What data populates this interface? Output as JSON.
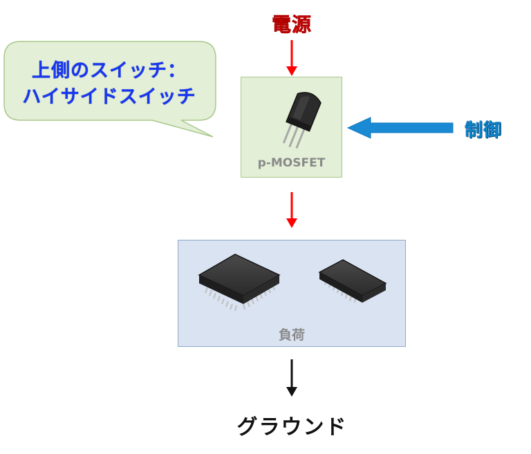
{
  "labels": {
    "power": "電源",
    "control": "制御",
    "ground": "グラウンド",
    "mosfet": "p-MOSFET",
    "load": "負荷"
  },
  "callout": {
    "line1": "上側のスイッチ：",
    "line2": "ハイサイドスイッチ"
  },
  "colors": {
    "power_arrow": "#ff0000",
    "control_arrow": "#1a8ad4",
    "ground_arrow": "#111111",
    "mosfet_box_fill": "#e3efd6",
    "load_box_fill": "#d9e3f1",
    "callout_fill": "#e3efd6",
    "callout_text": "#1736f0"
  },
  "icons": {
    "mosfet": "transistor-icon",
    "load_large": "ic-chip-qfp-icon",
    "load_small": "ic-chip-sop-icon"
  }
}
